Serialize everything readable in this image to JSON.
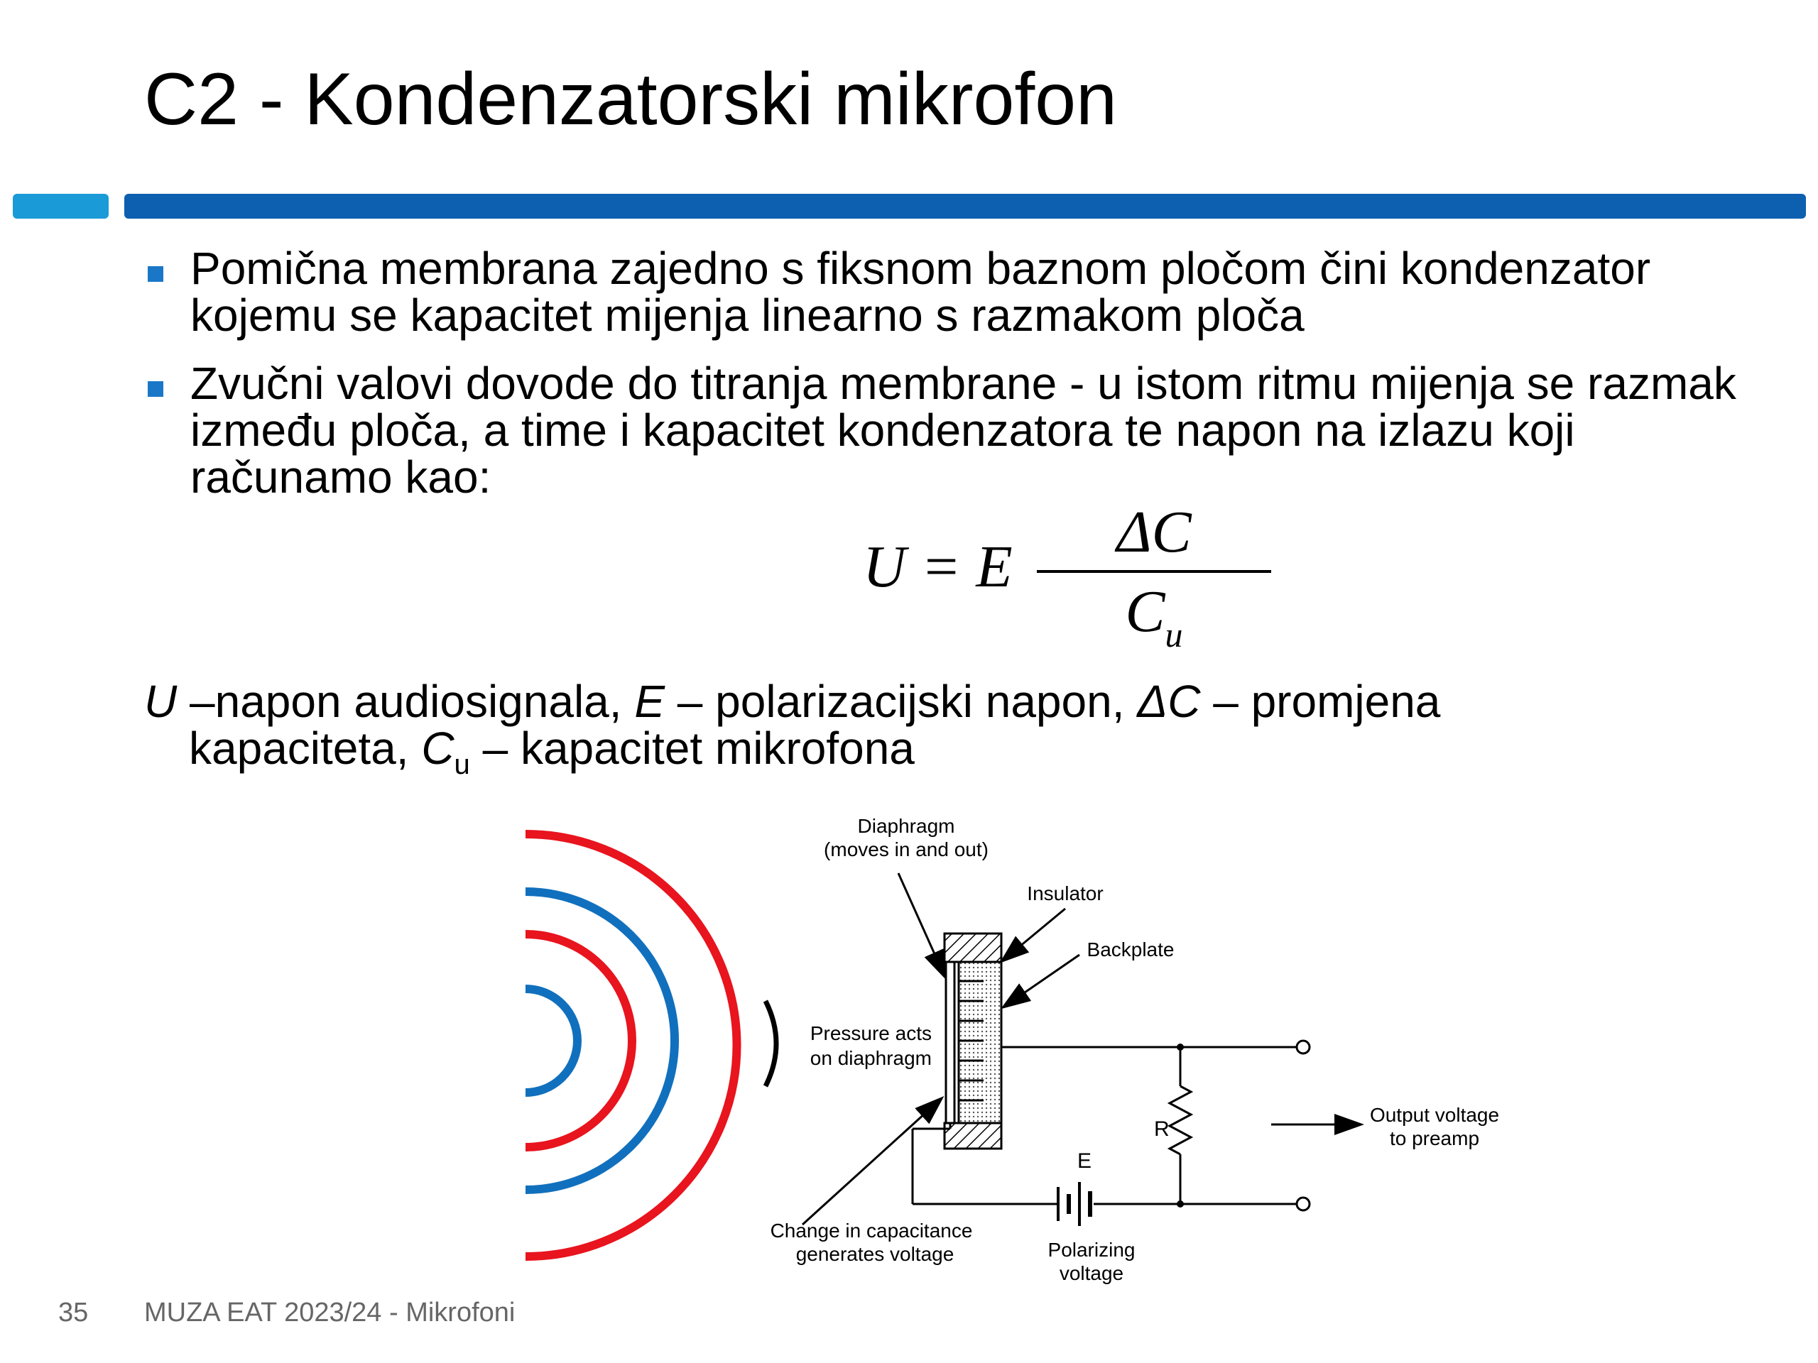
{
  "slide": {
    "title": "C2 - Kondenzatorski mikrofon",
    "page_number": "35",
    "footer": "MUZA EAT 2023/24 - Mikrofoni"
  },
  "bullets": [
    "Pomična membrana zajedno s fiksnom baznom pločom čini kondenzator kojemu se kapacitet mijenja linearno s razmakom ploča",
    "Zvučni valovi dovode do titranja membrane - u istom ritmu mijenja se razmak između ploča, a time i kapacitet kondenzatora te napon na izlazu koji računamo kao:"
  ],
  "formula": {
    "lhs": "U = E",
    "numerator": "ΔC",
    "denominator_base": "C",
    "denominator_sub": "u"
  },
  "legend": {
    "line1": {
      "u_sym": "U",
      "u_desc": " –napon audiosignala, ",
      "e_sym": "E",
      "e_desc": " – polarizacijski napon,  ",
      "dc_sym": "ΔC",
      "dc_desc": " – promjena"
    },
    "line2": {
      "prefix": "kapaciteta, ",
      "cu_sym": "C",
      "cu_sub": "u",
      "cu_desc": " – kapacitet mikrofona"
    }
  },
  "diagram": {
    "labels": {
      "diaphragm": "Diaphragm",
      "diaphragm_note": "(moves in and out)",
      "insulator": "Insulator",
      "backplate": "Backplate",
      "pressure_1": "Pressure acts",
      "pressure_2": "on diaphragm",
      "change_1": "Change in capacitance",
      "change_2": "generates voltage",
      "resistor": "R",
      "battery": "E",
      "polarizing_1": "Polarizing",
      "polarizing_2": "voltage",
      "output_1": "Output voltage",
      "output_2": "to preamp"
    },
    "colors": {
      "wave_red": "#e8141e",
      "wave_blue": "#1170bd",
      "accent_bar": "#0d5fb0",
      "accent_bar_small": "#1a9ad6",
      "bullet": "#1a77c8"
    }
  }
}
